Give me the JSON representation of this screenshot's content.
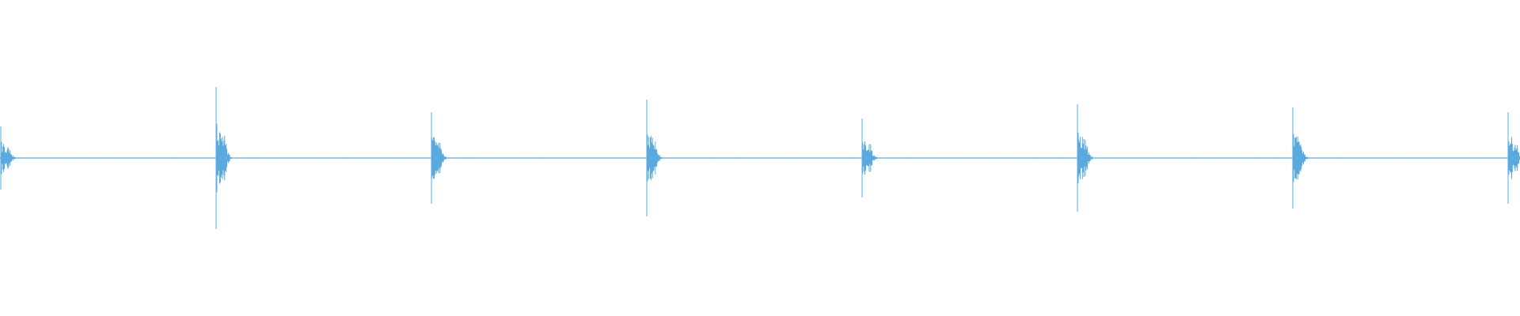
{
  "waveform": {
    "color": "#5aaae0",
    "hit_count": 8,
    "hit_amplitudes": [
      0.2,
      0.45,
      0.29,
      0.37,
      0.25,
      0.34,
      0.32,
      0.29
    ],
    "baseline_noise": 0.003
  }
}
